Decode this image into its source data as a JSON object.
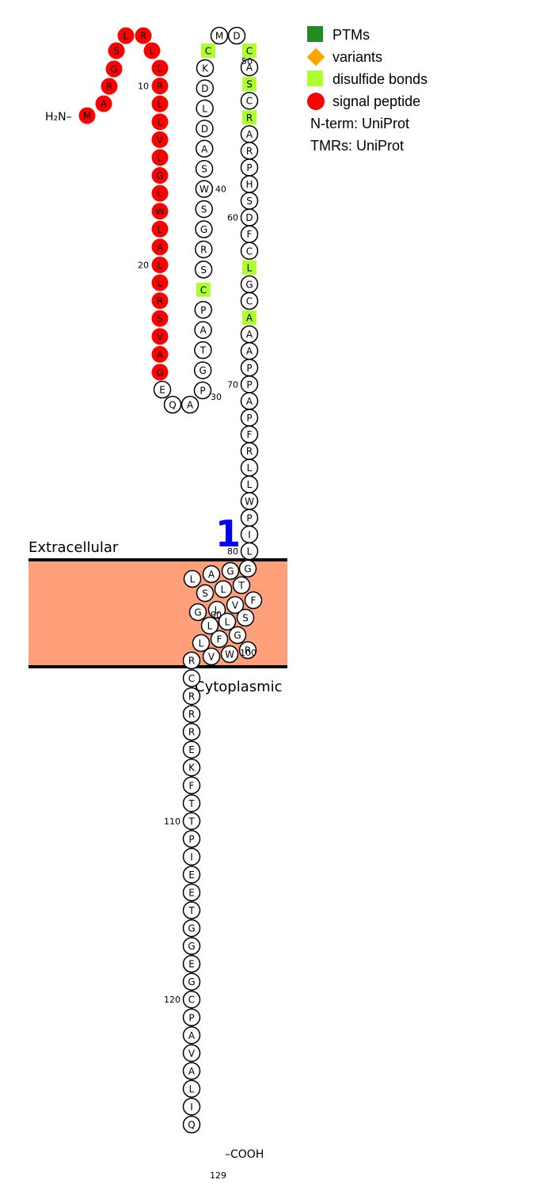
{
  "labels": {
    "extracellular": "Extracellular",
    "cytoplasmic": "Cytoplasmic",
    "n_term": "H₂N–",
    "c_term": "–COOH",
    "tm_index": "1"
  },
  "legend": {
    "items": [
      {
        "label": "PTMs",
        "color": "#228B22",
        "shape": "square"
      },
      {
        "label": "variants",
        "color": "#FFA500",
        "shape": "diamond"
      },
      {
        "label": "disulfide bonds",
        "color": "#ADFF2F",
        "shape": "square"
      },
      {
        "label": "signal peptide",
        "color": "#FF0000",
        "shape": "circle"
      }
    ],
    "n_term_source": "N-term: UniProt",
    "tmr_source": "TMRs: UniProt"
  },
  "colors": {
    "signal": "#FF0000",
    "disulfide": "#ADFF2F",
    "membrane": "#FFA07A",
    "tm_label": "#0000FF"
  },
  "sequence": "MARGSLRLLRLLVLGLWLALLRSVAGEQAPGTAPCSRGSWSADLDKCMDCASCRARPHSDFCLGCAAAPPAPFRLLWPILGGALSLTFVLGLLSGFLVWRRCRRREKFTTPIEETGGEGCPAVALIQ",
  "signal_range": [
    1,
    26
  ],
  "disulfide_positions": [
    35,
    47,
    50,
    52,
    54,
    63,
    66
  ],
  "tick_positions": [
    10,
    20,
    30,
    40,
    50,
    60,
    70,
    80,
    90,
    100,
    110,
    120,
    129
  ]
}
